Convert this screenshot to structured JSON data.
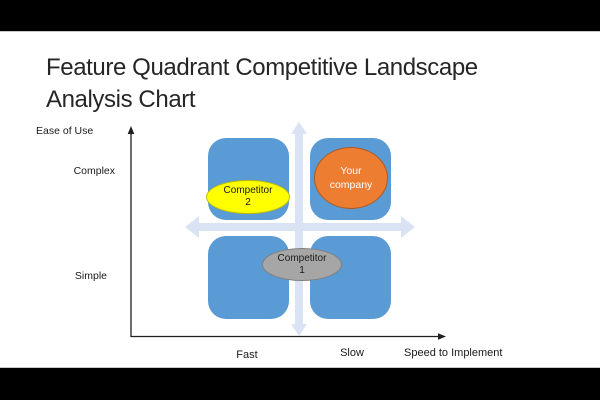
{
  "title": {
    "line1": "Feature Quadrant Competitive Landscape",
    "line2": "Analysis Chart"
  },
  "axes": {
    "y_axis_label": "Ease of Use",
    "y_tick_top": "Complex",
    "y_tick_bottom": "Simple",
    "x_tick_left": "Fast",
    "x_tick_right": "Slow",
    "x_axis_label": "Speed to Implement"
  },
  "shapes": {
    "competitor2": {
      "line1": "Competitor",
      "line2": "2",
      "fill": "#FFFF00",
      "quadrant": "top-left"
    },
    "your_company": {
      "line1": "Your",
      "line2": "company",
      "fill": "#ED7D31",
      "quadrant": "top-right"
    },
    "competitor1": {
      "line1": "Competitor",
      "line2": "1",
      "fill": "#A6A6A6",
      "quadrant": "bottom-center"
    }
  },
  "colors": {
    "quadrant_blue": "#5B9BD5",
    "cross_arrow_light_blue": "#DAE3F3",
    "axis_black": "#1F1F1F",
    "title_text": "#262626",
    "slide_background": "#FFFFFF",
    "letterbox": "#000000"
  },
  "chart_data": {
    "type": "quadrant",
    "title": "Feature Quadrant Competitive Landscape Analysis Chart",
    "x_axis": {
      "label": "Speed to Implement",
      "ticks": [
        "Fast",
        "Slow"
      ]
    },
    "y_axis": {
      "label": "Ease of Use",
      "ticks": [
        "Simple",
        "Complex"
      ]
    },
    "points": [
      {
        "name": "Competitor 2",
        "x": "Fast",
        "y": "Complex",
        "quadrant": "top-left",
        "color": "#FFFF00"
      },
      {
        "name": "Your company",
        "x": "Slow",
        "y": "Complex",
        "quadrant": "top-right",
        "color": "#ED7D31"
      },
      {
        "name": "Competitor 1",
        "x": "Fast/Slow midline",
        "y": "Simple",
        "quadrant": "bottom-center",
        "color": "#A6A6A6"
      }
    ],
    "legend": "none",
    "grid": "2x2 rounded squares with light-blue double-headed cross arrows"
  }
}
